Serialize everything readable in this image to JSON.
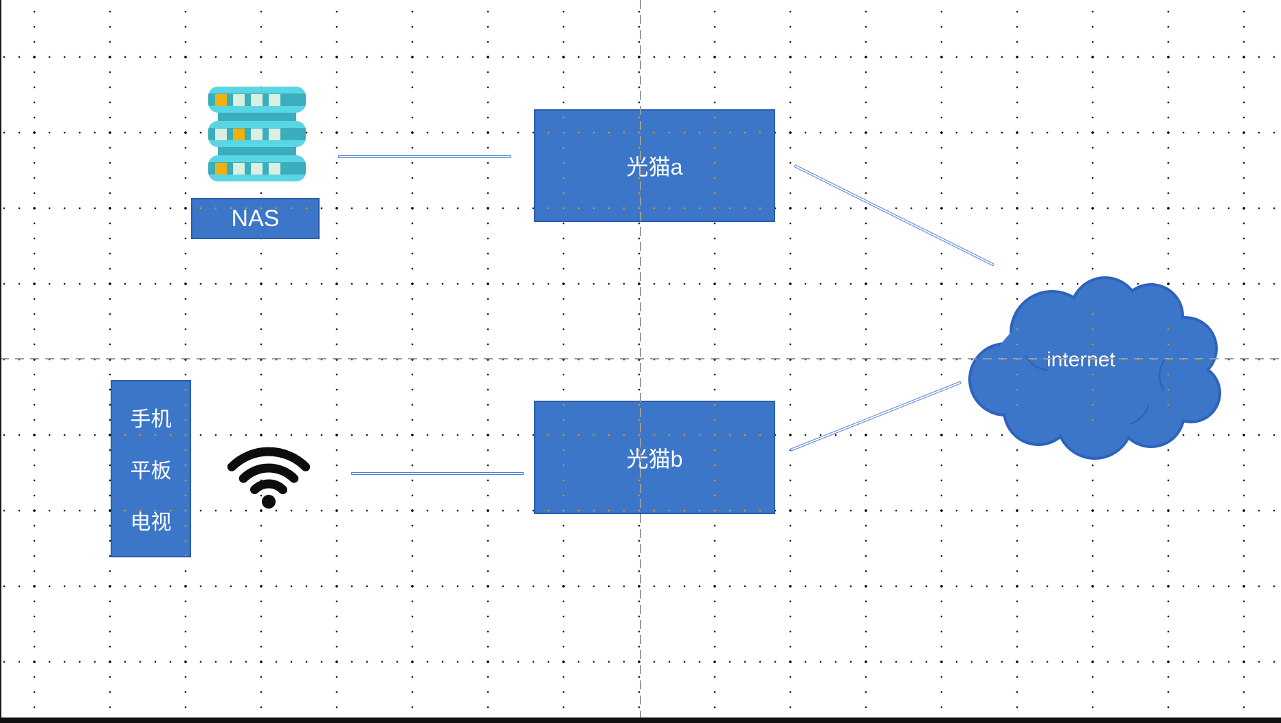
{
  "canvas": {
    "type": "diagram-canvas",
    "background": "#ffffff",
    "grid_dot_color": "#232323",
    "shape_grid_dot_color": "#d18e2b",
    "guide_color": "#9b9b9b",
    "page_edge_color": "#1a1a1a"
  },
  "colors": {
    "node_fill": "#3b76c9",
    "node_border": "#2b5cae",
    "node_text": "#ffffff",
    "connector": "#4a80d9",
    "wifi_icon": "#0d0d0d",
    "server_teal_light": "#5ad5e3",
    "server_teal_dark": "#3aaebc",
    "server_square_yellow": "#f2b10e",
    "server_square_mint": "#d9efdf"
  },
  "nodes": {
    "nas_icon": {
      "icon": "server-icon"
    },
    "nas_label": {
      "label": "NAS"
    },
    "modem_a": {
      "label": "光猫a"
    },
    "modem_b": {
      "label": "光猫b"
    },
    "devices": {
      "lines": [
        "手机",
        "平板",
        "电视"
      ]
    },
    "wifi": {
      "icon": "wifi-icon"
    },
    "cloud": {
      "label": "internet"
    }
  },
  "connections": [
    {
      "from": "nas_icon",
      "to": "modem_a",
      "style": "double-line"
    },
    {
      "from": "modem_a",
      "to": "cloud",
      "style": "double-line"
    },
    {
      "from": "wifi",
      "to": "modem_b",
      "style": "double-line"
    },
    {
      "from": "modem_b",
      "to": "cloud",
      "style": "double-line"
    }
  ],
  "guides": {
    "horizontal_center": true,
    "vertical_center": true
  }
}
